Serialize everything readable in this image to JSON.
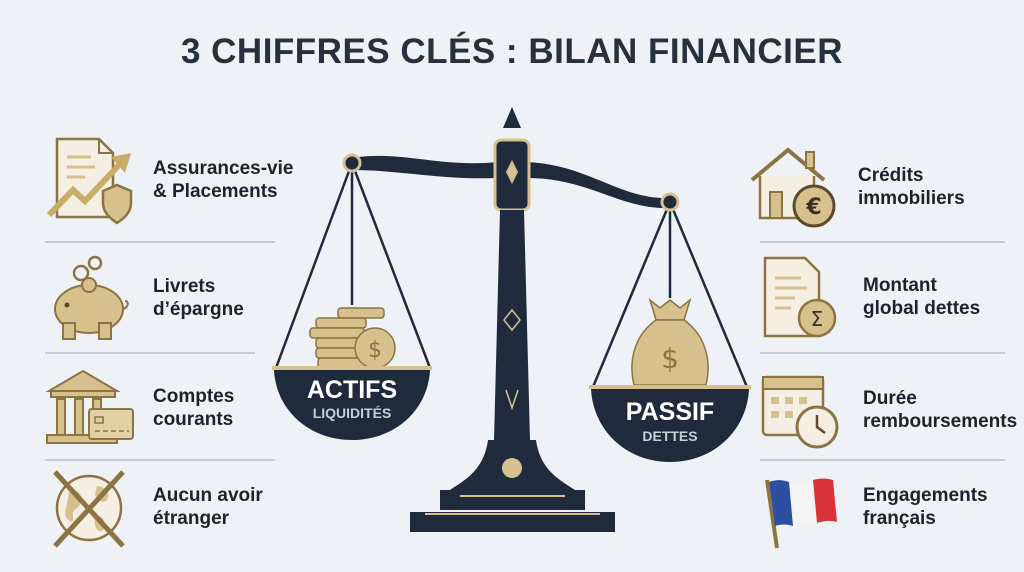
{
  "title": "3 CHIFFRES CLÉS : BILAN FINANCIER",
  "colors": {
    "background": "#eef1f5",
    "navy": "#1f2b3d",
    "gold": "#d6c08e",
    "gold_dark": "#8c7442"
  },
  "left_items": [
    {
      "label": "Assurances-vie\n& Placements",
      "icon": "chart-document-shield-icon"
    },
    {
      "label": "Livrets\nd’épargne",
      "icon": "piggy-bank-icon"
    },
    {
      "label": "Comptes\ncourants",
      "icon": "bank-card-icon"
    },
    {
      "label": "Aucun avoir\nétranger",
      "icon": "crossed-globe-icon"
    }
  ],
  "right_items": [
    {
      "label": "Crédits\nimmobiliers",
      "icon": "house-euro-icon"
    },
    {
      "label": "Montant\nglobal dettes",
      "icon": "document-sigma-icon"
    },
    {
      "label": "Durée\nremboursements",
      "icon": "calendar-clock-icon"
    },
    {
      "label": "Engagements\nfrançais",
      "icon": "french-flag-icon"
    }
  ],
  "scale": {
    "left_pan": {
      "title": "ACTIFS",
      "subtitle": "LIQUIDITÉS"
    },
    "right_pan": {
      "title": "PASSIF",
      "subtitle": "DETTES"
    }
  }
}
